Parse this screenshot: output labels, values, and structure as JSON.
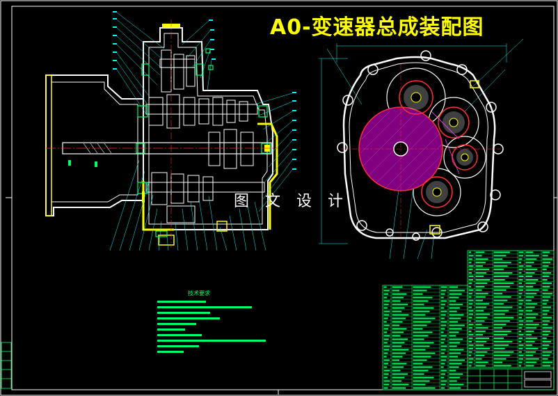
{
  "title": "A0-变速器总成装配图",
  "watermark": "图 文 设 计",
  "tech_notes": {
    "heading": "技术要求"
  },
  "colors": {
    "background": "#000000",
    "frame": "#ffffff",
    "title": "#ffff00",
    "housing": "#ffffff",
    "housing_highlight": "#ffff00",
    "gear": "#ff3030",
    "gear_fill": "#800080",
    "leader": "#00ffff",
    "table": "#00ff66",
    "centerline": "#ff3030"
  },
  "parts_table": {
    "row_count_left": 30,
    "row_count_right": 34
  }
}
